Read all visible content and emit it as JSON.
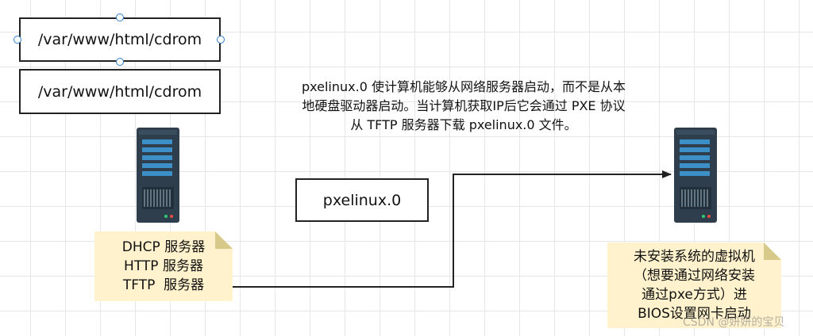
{
  "boxes": {
    "path_selected": "/var/www/html/cdrom",
    "path_second": "/var/www/html/cdrom",
    "file_box": "pxelinux.0"
  },
  "description": {
    "line1": "pxelinux.0 使计算机能够从网络服务器启动，而不是从本",
    "line2": "地硬盘驱动器启动。当计算机获取IP后它会通过 PXE 协议",
    "line3": "从 TFTP 服务器下载 pxelinux.0 文件。"
  },
  "server_note": {
    "line1": "DHCP 服务器",
    "line2": "HTTP 服务器",
    "line3": "TFTP  服务器"
  },
  "client_note": {
    "line1": "未安装系统的虚拟机",
    "line2": "（想要通过网络安装",
    "line3": "通过pxe方式）进",
    "line4": "BIOS设置网卡启动"
  },
  "icons": {
    "left_server": "server-rack-icon",
    "right_server": "server-rack-icon"
  },
  "colors": {
    "note_fill": "#fff2cc",
    "note_fold": "#d6c98a",
    "server_body": "#2e3e4c",
    "server_accent": "#3d8fc8",
    "selection_handle": "#2f7fcc"
  },
  "watermark": "CSDN @妍妍的宝贝"
}
